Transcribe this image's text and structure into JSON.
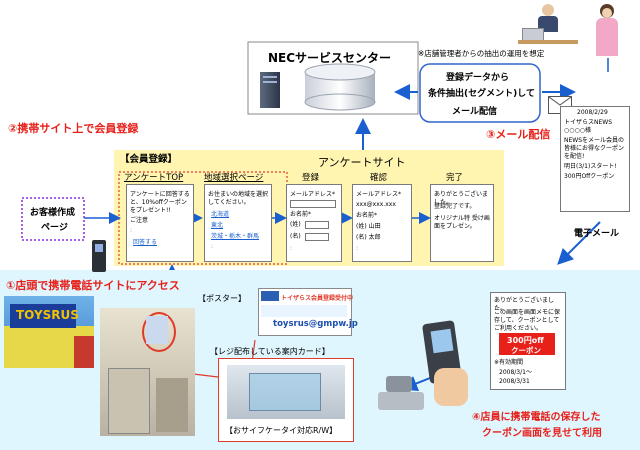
{
  "nec": {
    "title": "NECサービスセンター",
    "note": "※店舗管理者からの抽出の運用を想定",
    "process": [
      "登録データから",
      "条件抽出(セグメント)して",
      "メール配信"
    ]
  },
  "steps": {
    "step2": "②携帯サイト上で会員登録",
    "step3": "③メール配信",
    "step1": "①店頭で携帯電話サイトにアクセス",
    "step4_line1": "④店員に携帯電話の保存した",
    "step4_line2": "クーポン画面を見せて利用"
  },
  "survey": {
    "member_label": "【会員登録】",
    "title": "アンケートサイト",
    "columns": [
      {
        "header": "アンケートTOP",
        "lines": [
          "アンケートに回答すると、10%offクーポンをプレゼント!!",
          "ご注意"
        ],
        "link": "回答する"
      },
      {
        "header": "地域選択ページ",
        "lines": [
          "お住まいの地域を選択してください。"
        ],
        "links": [
          "北海道",
          "東北",
          "茨城・栃木・群馬"
        ]
      },
      {
        "header": "登録",
        "fields": [
          "メールアドレス*",
          "お名前*",
          "(姓)",
          "(名)"
        ]
      },
      {
        "header": "確認",
        "fields": [
          "メールアドレス*",
          "xxx@xxx.xxx",
          "お名前*",
          "(姓) 山田",
          "(名) 太郎"
        ]
      },
      {
        "header": "完了",
        "lines": [
          "ありがとうございました。",
          "登録完了です。",
          "オリジナル特 受け画面をプレゼン。"
        ]
      }
    ]
  },
  "customer_page": [
    "お客様作成",
    "ページ"
  ],
  "email": {
    "label": "電子メール",
    "date": "2008/2/29",
    "lines": [
      "トイザらスNEWS",
      "○○○○様",
      "NEWSをメール会員の皆様にお得なクーポンを配信!",
      "明日(3/1)スタート!",
      "300円Offクーポン"
    ]
  },
  "poster": {
    "label": "【ポスター】"
  },
  "card": {
    "label": "【レジ配布している案内カード】",
    "title": "トイザらス会員登録受付中",
    "url": "toysrus@gmpw.jp"
  },
  "osaifu": {
    "label": "【おサイフケータイ対応R/W】"
  },
  "coupon": {
    "lines": [
      "ありがとうございました。",
      "この画面を画面メモに保存して、クーポンとしてご利用ください。"
    ],
    "badge_line1": "300円off",
    "badge_line2": "クーポン",
    "validity_label": "※有効期間",
    "validity_from": "2008/3/1〜",
    "validity_to": "2008/3/31"
  },
  "store": {
    "sign": "TOYSRUS"
  }
}
